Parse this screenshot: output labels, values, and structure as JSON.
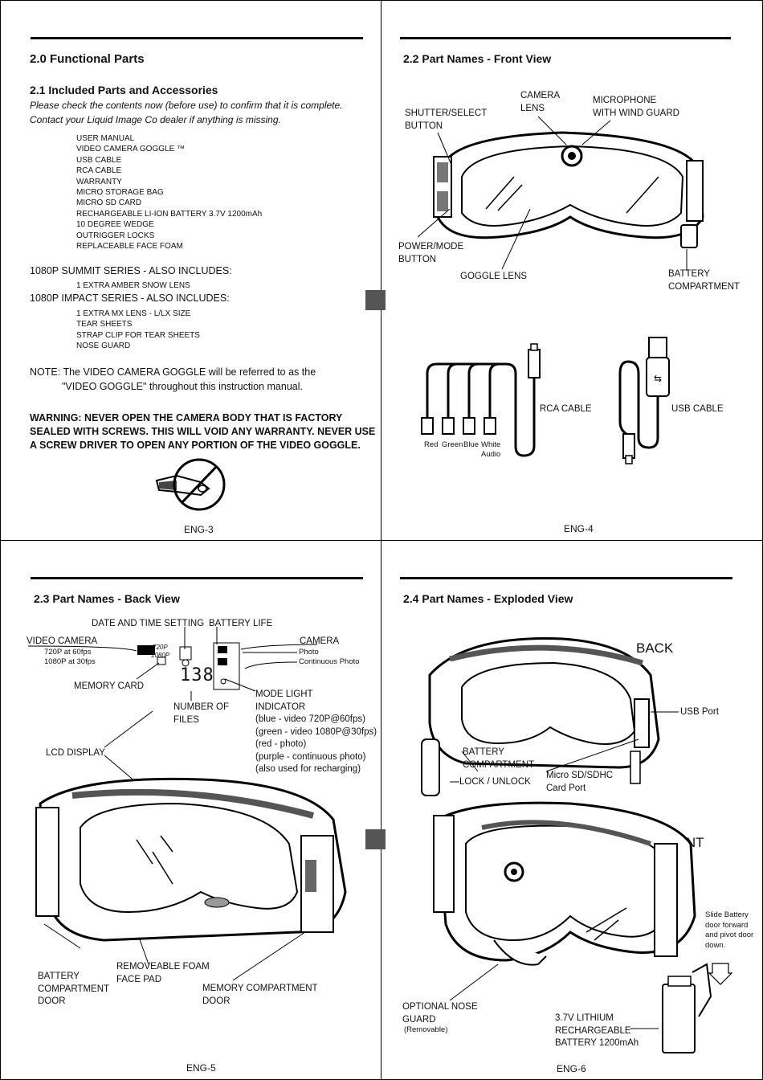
{
  "page3": {
    "title": "2.0 Functional Parts",
    "section": "2.1 Included Parts and Accessories",
    "intro": [
      "Please check the contents now (before use) to confirm that it is complete.",
      "Contact your Liquid Image Co dealer if anything is missing."
    ],
    "items": [
      "USER MANUAL",
      "VIDEO CAMERA GOGGLE ™",
      "USB CABLE",
      "RCA CABLE",
      "WARRANTY",
      "MICRO STORAGE BAG",
      "MICRO SD CARD",
      "RECHARGEABLE LI-ION BATTERY 3.7V 1200mAh",
      "10 DEGREE WEDGE",
      "OUTRIGGER LOCKS",
      "REPLACEABLE FACE FOAM"
    ],
    "summit_heading": "1080P SUMMIT SERIES - ALSO INCLUDES:",
    "summit_items": [
      "1 EXTRA AMBER SNOW LENS"
    ],
    "impact_heading": "1080P IMPACT SERIES - ALSO INCLUDES:",
    "impact_items": [
      "1 EXTRA MX LENS - L/LX SIZE",
      "TEAR SHEETS",
      "STRAP CLIP FOR TEAR SHEETS",
      "NOSE GUARD"
    ],
    "note_line1": "NOTE: The VIDEO CAMERA GOGGLE  will be referred to as the",
    "note_line2": "\"VIDEO GOGGLE\" throughout this instruction manual.",
    "warning": [
      "WARNING: NEVER OPEN THE CAMERA BODY THAT IS FACTORY",
      "SEALED WITH SCREWS. THIS WILL VOID ANY WARRANTY. NEVER USE",
      "A SCREW DRIVER TO OPEN ANY PORTION OF THE VIDEO GOGGLE."
    ],
    "footer": "ENG-3"
  },
  "page4": {
    "title": "2.2  Part Names - Front View",
    "labels": {
      "camera_lens": "CAMERA\nLENS",
      "microphone": "MICROPHONE\nWITH WIND GUARD",
      "shutter": "SHUTTER/SELECT\nBUTTON",
      "power": "POWER/MODE\nBUTTON",
      "goggle_lens": "GOGGLE LENS",
      "battery": "BATTERY\nCOMPARTMENT",
      "rca": "RCA CABLE",
      "usb": "USB CABLE"
    },
    "rca_colors": {
      "red": "Red",
      "green": "Green",
      "blue": "Blue",
      "white": "White\nAudio"
    },
    "footer": "ENG-4"
  },
  "page5": {
    "title": "2.3  Part Names - Back View",
    "labels": {
      "date_time": "DATE AND TIME SETTING",
      "battery_life": "BATTERY LIFE",
      "video_camera": "VIDEO CAMERA",
      "video_modes": "720P at 60fps\n1080P at 30fps",
      "camera": "CAMERA",
      "photo": "Photo",
      "cont_photo": "Continuous Photo",
      "memory_card": "MEMORY CARD",
      "mode_light": "MODE LIGHT\nINDICATOR\n(blue - video 720P@60fps)\n(green - video 1080P@30fps)\n(red - photo)\n(purple - continuous photo)\n(also used for recharging)",
      "num_files": "NUMBER OF\nFILES",
      "lcd": "LCD DISPLAY",
      "battery_door": "BATTERY\nCOMPARTMENT\nDOOR",
      "foam": "REMOVEABLE FOAM\nFACE PAD",
      "memory_door": "MEMORY COMPARTMENT\nDOOR"
    },
    "lcd": {
      "count": "138",
      "res1": "720P",
      "res2": "1080P"
    },
    "footer": "ENG-5"
  },
  "page6": {
    "title": "2.4  Part Names - Exploded View",
    "labels": {
      "back": "BACK",
      "front": "FRONT",
      "usb_port": "USB Port",
      "battery_comp": "BATTERY\nCOMPARTMENT",
      "lock": "LOCK / UNLOCK",
      "microsd": "Micro SD/SDHC\nCard Port",
      "slide": "Slide Battery\ndoor forward\nand pivot door\ndown.",
      "nose": "OPTIONAL NOSE\nGUARD",
      "removable": "(Removable)",
      "battery": "3.7V LITHIUM\nRECHARGEABLE\nBATTERY 1200mAh"
    },
    "footer": "ENG-6"
  }
}
